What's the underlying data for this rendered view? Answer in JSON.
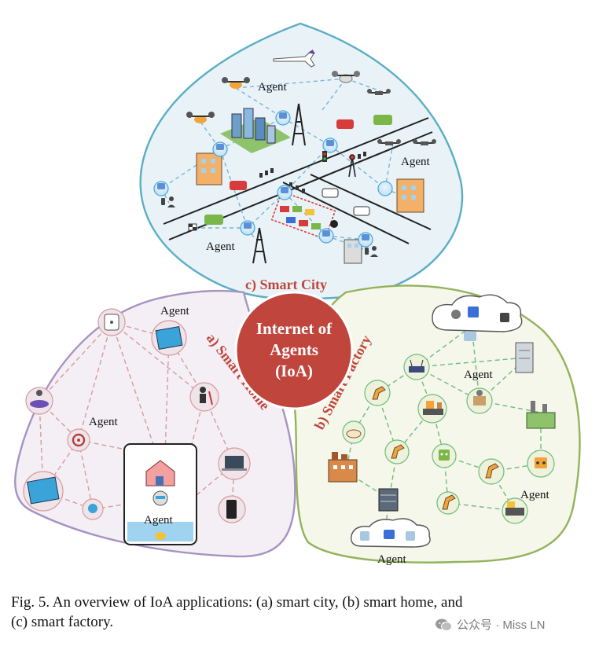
{
  "city": {
    "label": "c) Smart City",
    "agent_labels": [
      "Agent",
      "Agent",
      "Agent"
    ]
  },
  "home": {
    "label": "a) Smart Home",
    "agent_labels": [
      "Agent",
      "Agent",
      "Agent"
    ]
  },
  "factory": {
    "label": "b) Smart Factory",
    "agent_labels": [
      "Agent",
      "Agent",
      "Agent"
    ]
  },
  "center": {
    "line1": "Internet of",
    "line2": "Agents",
    "line3": "(IoA)"
  },
  "caption": {
    "line1": "Fig. 5.  An overview of IoA applications: (a) smart city, (b) smart home, and",
    "line2": "(c) smart factory."
  },
  "watermark": {
    "text": "公众号 · Miss LN",
    "icon": "wechat-icon"
  },
  "colors": {
    "city_border": "#5aaec4",
    "city_fill": "#e9f3f7",
    "home_border": "#a792c2",
    "home_fill": "#f4eff5",
    "factory_border": "#93b35d",
    "factory_fill": "#f5f7ea",
    "center_fill": "#c0453c",
    "label_red": "#c0453c",
    "home_links": "#d89a9a",
    "factory_links": "#6cbd7a",
    "city_links": "#79b3d6"
  }
}
